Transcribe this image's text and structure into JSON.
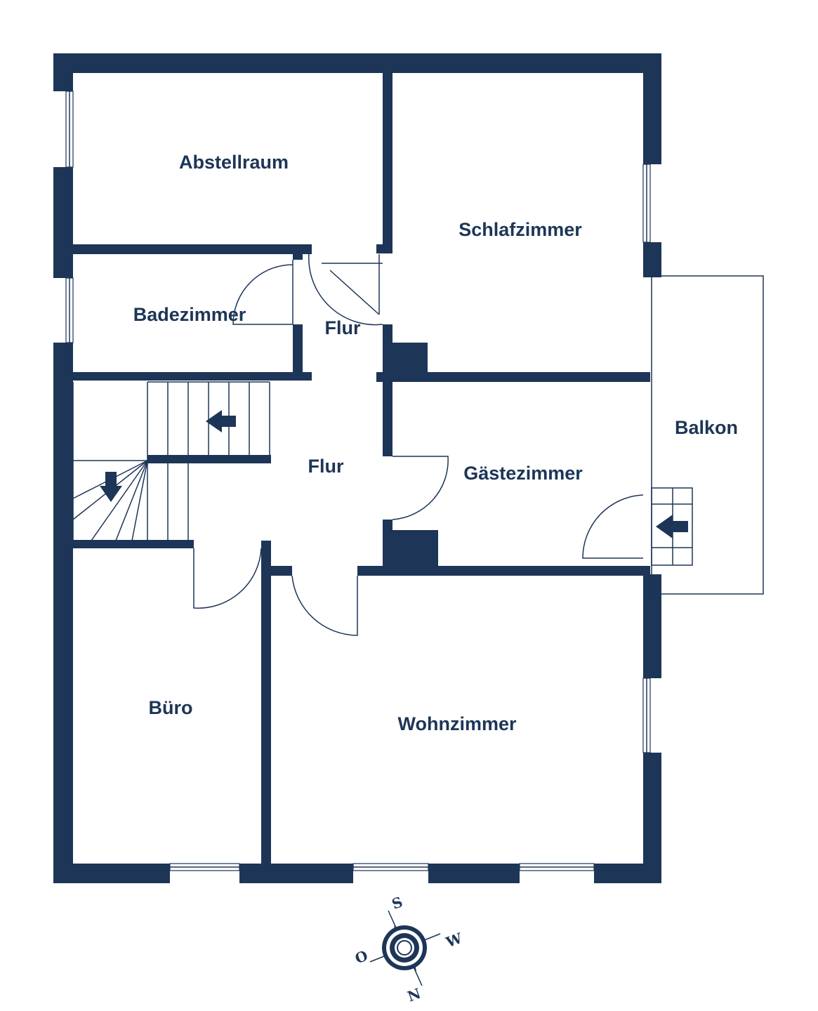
{
  "rooms": {
    "abstellraum": "Abstellraum",
    "schlafzimmer": "Schlafzimmer",
    "badezimmer": "Badezimmer",
    "flur_upper": "Flur",
    "flur_lower": "Flur",
    "balkon": "Balkon",
    "gaestezimmer": "Gästezimmer",
    "buero": "Büro",
    "wohnzimmer": "Wohnzimmer"
  },
  "compass": {
    "top": "S",
    "right": "W",
    "bottom": "N",
    "left": "O"
  },
  "colors": {
    "wall": "#1d3557",
    "background": "#ffffff"
  }
}
